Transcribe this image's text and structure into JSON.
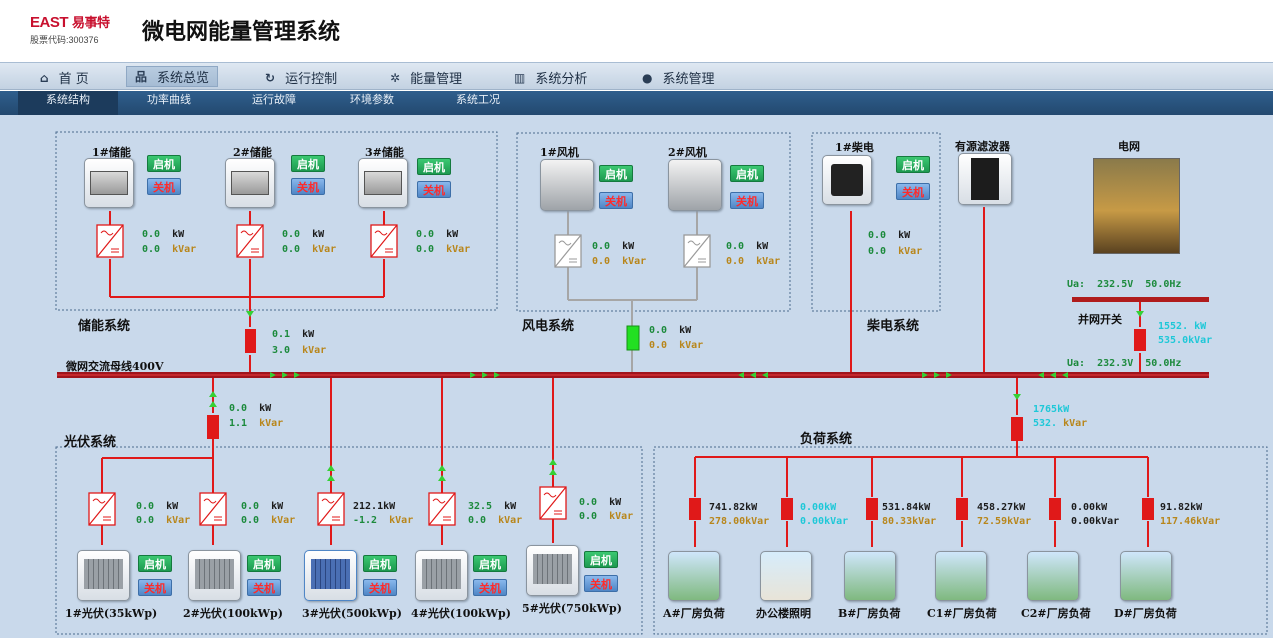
{
  "header": {
    "logo_text": "EAST",
    "logo_cn": "易事特",
    "stock_code": "股票代码:300376",
    "app_title": "微电网能量管理系统"
  },
  "nav": [
    {
      "label": "首 页",
      "icon": "home-icon"
    },
    {
      "label": "系统总览",
      "icon": "sitemap-icon",
      "active": true
    },
    {
      "label": "运行控制",
      "icon": "refresh-icon"
    },
    {
      "label": "能量管理",
      "icon": "cogs-icon"
    },
    {
      "label": "系统分析",
      "icon": "bar-chart-icon"
    },
    {
      "label": "系统管理",
      "icon": "user-icon"
    }
  ],
  "subnav": [
    {
      "label": "系统结构",
      "active": true
    },
    {
      "label": "功率曲线"
    },
    {
      "label": "运行故障"
    },
    {
      "label": "环境参数"
    },
    {
      "label": "系统工况"
    }
  ],
  "buttons": {
    "start": "启机",
    "stop": "关机"
  },
  "units": {
    "kw": "kW",
    "kvar": "kVar"
  },
  "systems": {
    "storage": "储能系统",
    "wind": "风电系统",
    "diesel": "柴电系统",
    "pv": "光伏系统",
    "load": "负荷系统",
    "bus": "微网交流母线400V",
    "grid_switch": "并网开关"
  },
  "storage": [
    {
      "name": "1#储能",
      "kw": "0.0",
      "kvar": "0.0"
    },
    {
      "name": "2#储能",
      "kw": "0.0",
      "kvar": "0.0"
    },
    {
      "name": "3#储能",
      "kw": "0.0",
      "kvar": "0.0"
    }
  ],
  "storage_total": {
    "kw": "0.1",
    "kvar": "3.0"
  },
  "wind": [
    {
      "name": "1#风机",
      "kw": "0.0",
      "kvar": "0.0"
    },
    {
      "name": "2#风机",
      "kw": "0.0",
      "kvar": "0.0"
    }
  ],
  "wind_total": {
    "kw": "0.0",
    "kvar": "0.0"
  },
  "diesel": {
    "name": "1#柴电",
    "kw": "0.0",
    "kvar": "0.0"
  },
  "filter": {
    "name": "有源滤波器"
  },
  "grid": {
    "name": "电网",
    "ua_label": "Ua:",
    "ua_top": "232.5V",
    "hz_top": "50.0Hz",
    "ua_bot": "232.3V",
    "hz_bot": "50.0Hz",
    "kw": "1552.",
    "kvar": "535.0"
  },
  "pv_total": {
    "kw": "0.0",
    "kvar": "1.1"
  },
  "pv": [
    {
      "name": "1#光伏(35kWp)",
      "kw": "0.0",
      "kvar": "0.0"
    },
    {
      "name": "2#光伏(100kWp)",
      "kw": "0.0",
      "kvar": "0.0"
    },
    {
      "name": "3#光伏(500kWp)",
      "kw": "212.1",
      "kvar": "-1.2"
    },
    {
      "name": "4#光伏(100kWp)",
      "kw": "32.5",
      "kvar": "0.0"
    },
    {
      "name": "5#光伏(750kWp)",
      "kw": "0.0",
      "kvar": "0.0"
    }
  ],
  "load_total": {
    "kw": "1765",
    "kvar": "532."
  },
  "loads": [
    {
      "name": "A#厂房负荷",
      "kw": "741.82",
      "kvar": "278.00",
      "cyan": false
    },
    {
      "name": "办公楼照明",
      "kw": "0.00",
      "kvar": "0.00",
      "cyan": true
    },
    {
      "name": "B#厂房负荷",
      "kw": "531.84",
      "kvar": "80.33",
      "cyan": false
    },
    {
      "name": "C1#厂房负荷",
      "kw": "458.27",
      "kvar": "72.59",
      "cyan": false
    },
    {
      "name": "C2#厂房负荷",
      "kw": "0.00",
      "kvar": "0.00",
      "cyan": false
    },
    {
      "name": "D#厂房负荷",
      "kw": "91.82",
      "kvar": "117.46",
      "cyan": false
    }
  ]
}
